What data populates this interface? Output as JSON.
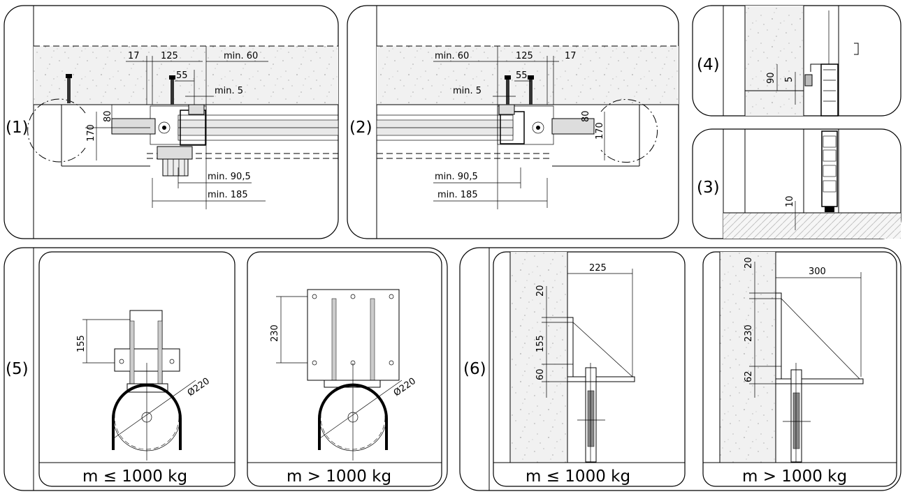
{
  "panels": {
    "p1": {
      "num": "(1)",
      "dims": {
        "d17": "17",
        "d125": "125",
        "min60": "min. 60",
        "d55": "55",
        "min5": "min. 5",
        "d80": "80",
        "d170": "170",
        "min905": "min. 90,5",
        "min185": "min. 185"
      }
    },
    "p2": {
      "num": "(2)",
      "dims": {
        "min60": "min. 60",
        "d125": "125",
        "d17": "17",
        "d55": "55",
        "min5": "min. 5",
        "d80": "80",
        "d170": "170",
        "min905": "min. 90,5",
        "min185": "min. 185"
      }
    },
    "p4": {
      "num": "(4)",
      "dims": {
        "d90": "90",
        "d5": "5"
      }
    },
    "p3": {
      "num": "(3)",
      "dims": {
        "d10": "10"
      }
    },
    "p5": {
      "num": "(5)",
      "left": {
        "d155": "155",
        "dia": "Ø220",
        "caption": "m ≤ 1000 kg"
      },
      "right": {
        "d230": "230",
        "dia": "Ø220",
        "caption": "m > 1000 kg"
      }
    },
    "p6": {
      "num": "(6)",
      "left": {
        "d225": "225",
        "d20": "20",
        "d155": "155",
        "d60": "60",
        "caption": "m ≤ 1000 kg"
      },
      "right": {
        "d300": "300",
        "d20": "20",
        "d230": "230",
        "d62": "62",
        "caption": "m > 1000 kg"
      }
    }
  }
}
